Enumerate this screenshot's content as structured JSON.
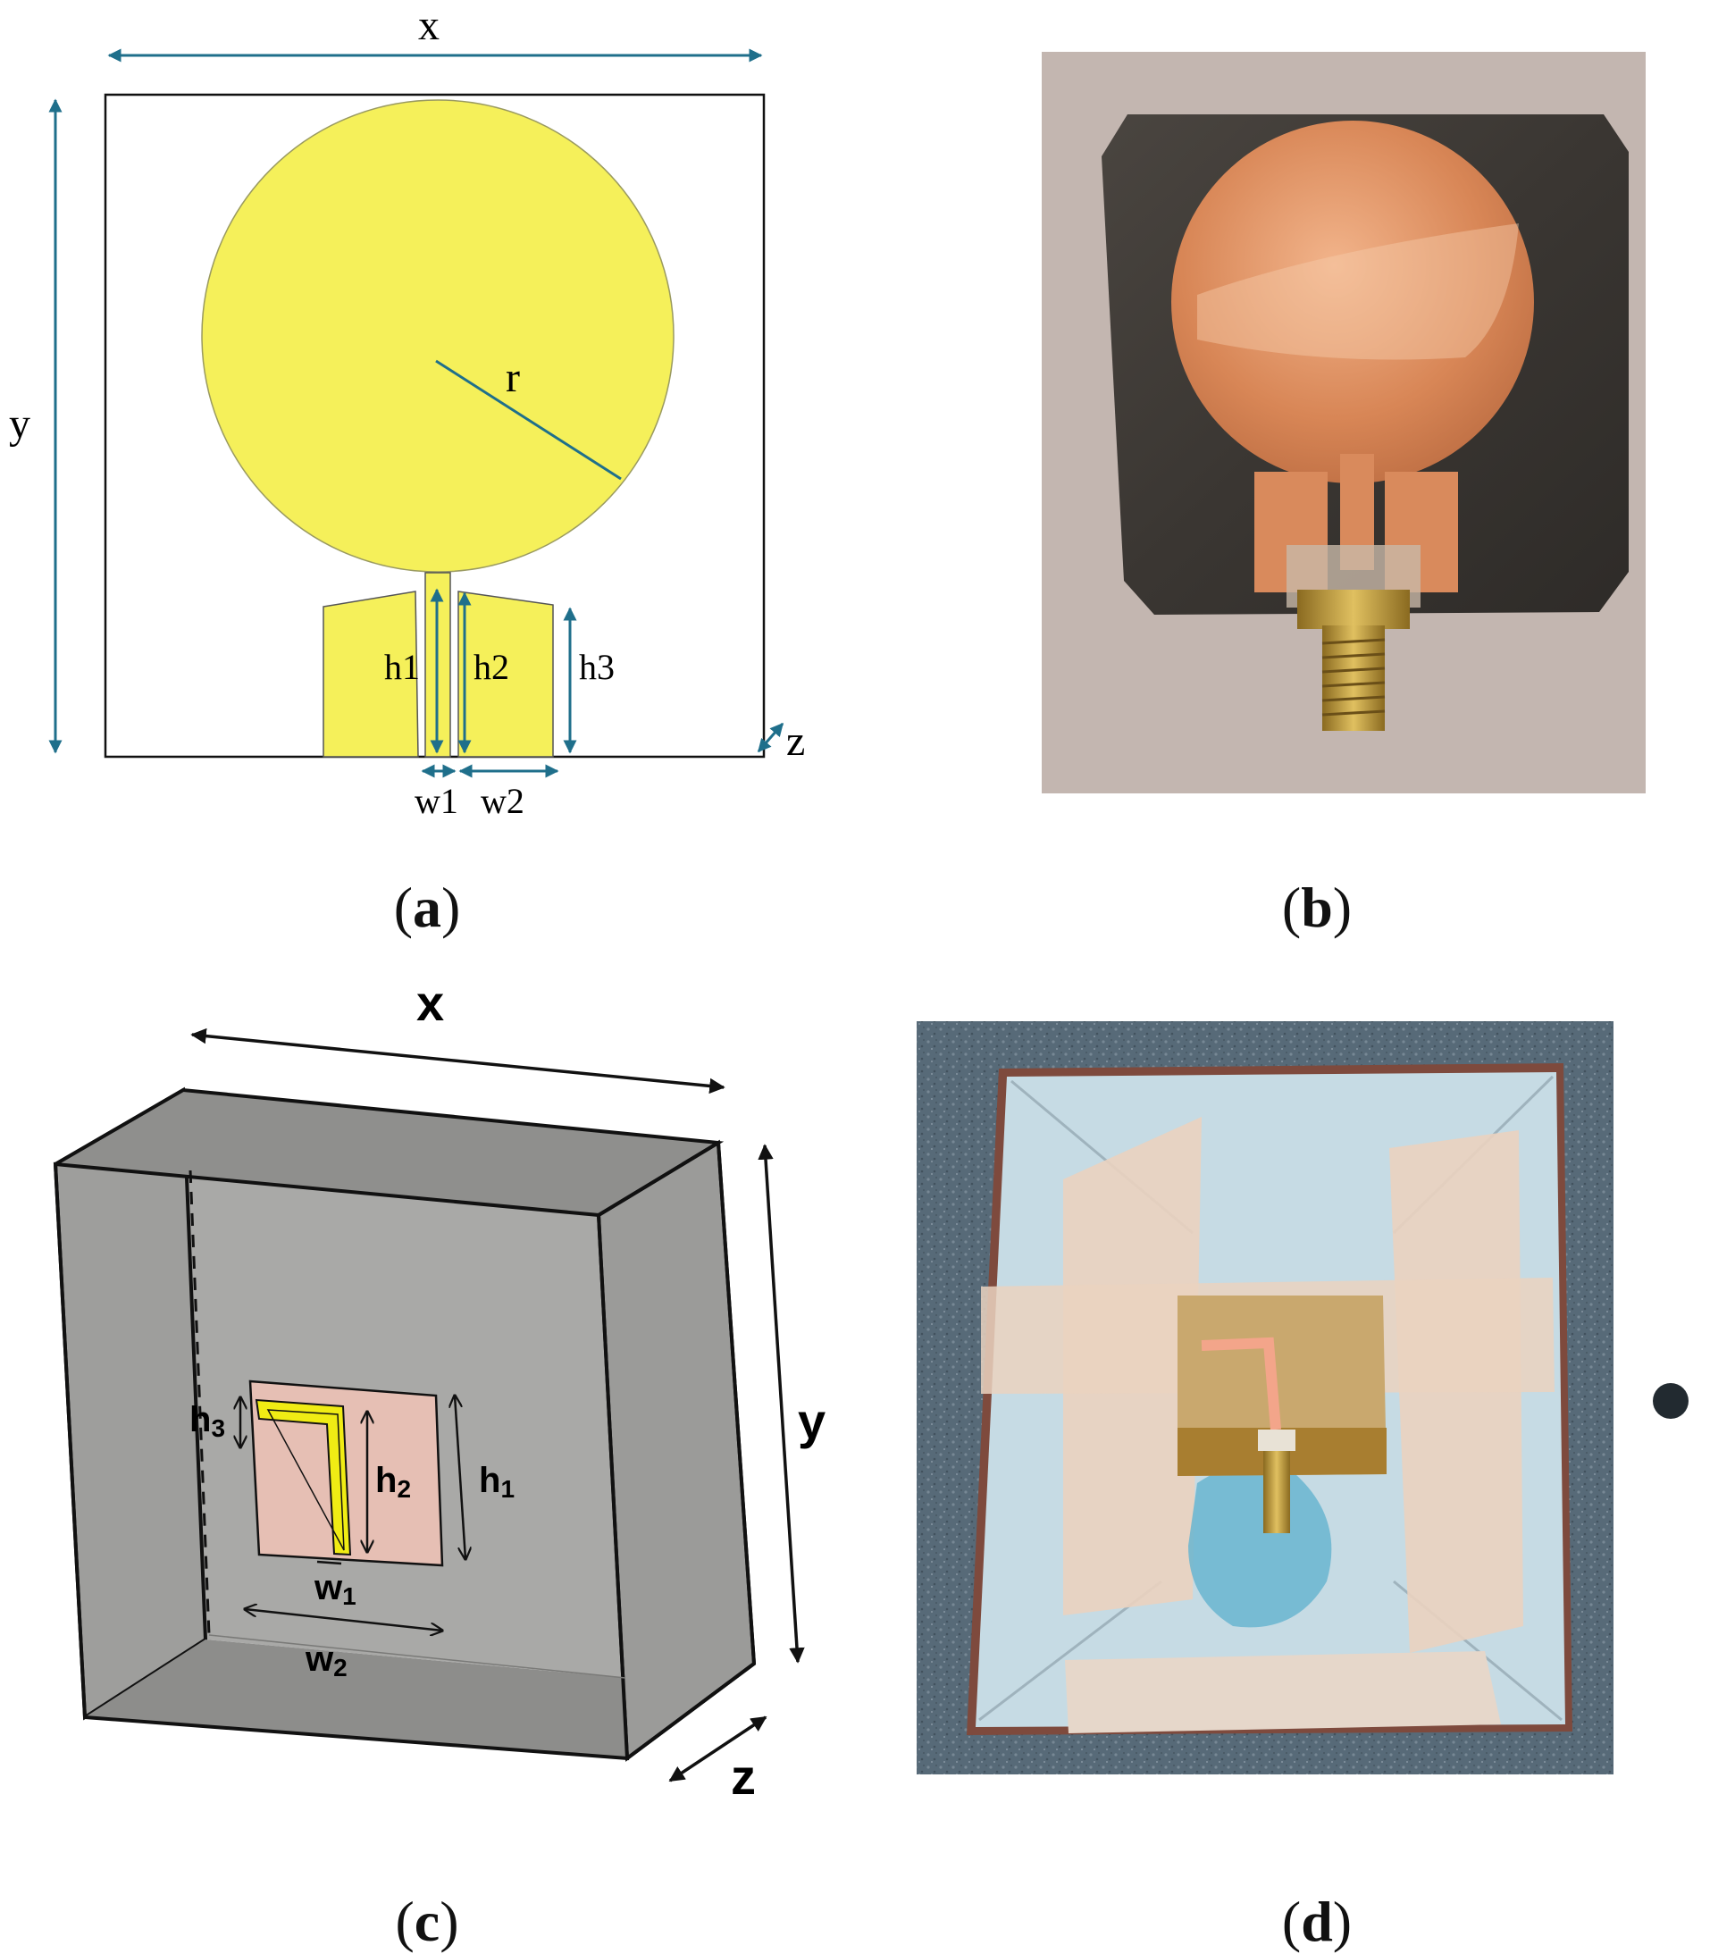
{
  "panel_a": {
    "caption_letter": "a",
    "labels": {
      "x": "x",
      "y": "y",
      "z": "z",
      "r": "r",
      "h1": "h1",
      "h2": "h2",
      "h3": "h3",
      "w1": "w1",
      "w2": "w2"
    }
  },
  "panel_b": {
    "caption_letter": "b"
  },
  "panel_c": {
    "caption_letter": "c",
    "labels": {
      "x": "x",
      "y": "y",
      "z": "z",
      "h1": "h",
      "h1_sub": "1",
      "h2": "h",
      "h2_sub": "2",
      "h3": "h",
      "h3_sub": "3",
      "w1": "w",
      "w1_sub": "1",
      "w2": "w",
      "w2_sub": "2"
    }
  },
  "panel_d": {
    "caption_letter": "d"
  },
  "colors": {
    "dimension_arrow": "#1f6f8b",
    "patch_yellow": "#f5f05a",
    "copper": "#d98a5c",
    "box_gray": "#a6a6a4",
    "substrate_pink": "#e6bfb4"
  }
}
